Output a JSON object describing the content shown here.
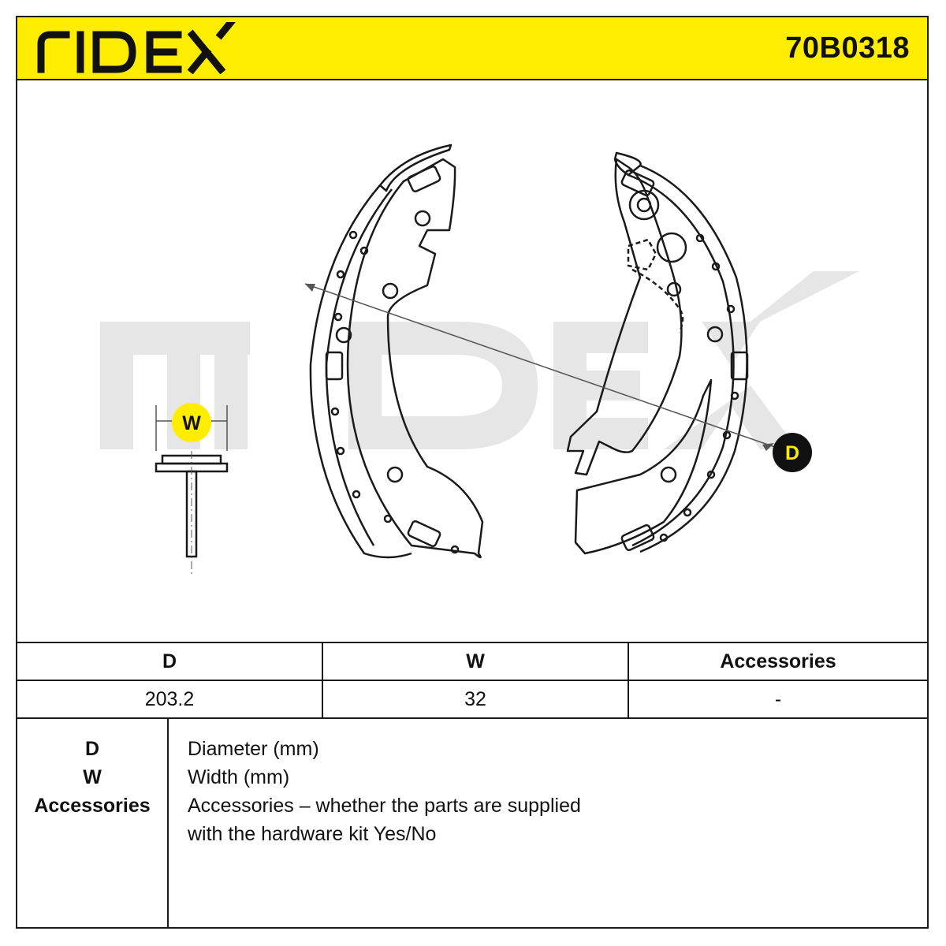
{
  "brand": "RIDEX",
  "part_number": "70B0318",
  "drawing": {
    "labels": {
      "width_marker": "W",
      "diameter_marker": "D"
    },
    "colors": {
      "accent": "#ffed00",
      "line": "#1a1a1a",
      "watermark": "#e6e6e6"
    }
  },
  "specs": {
    "headers": [
      "D",
      "W",
      "Accessories"
    ],
    "values": [
      "203.2",
      "32",
      "-"
    ]
  },
  "legend": {
    "keys": [
      "D",
      "W",
      "Accessories"
    ],
    "descriptions": [
      "Diameter (mm)",
      "Width (mm)",
      "Accessories – whether the parts are supplied",
      "with the hardware kit Yes/No"
    ]
  }
}
